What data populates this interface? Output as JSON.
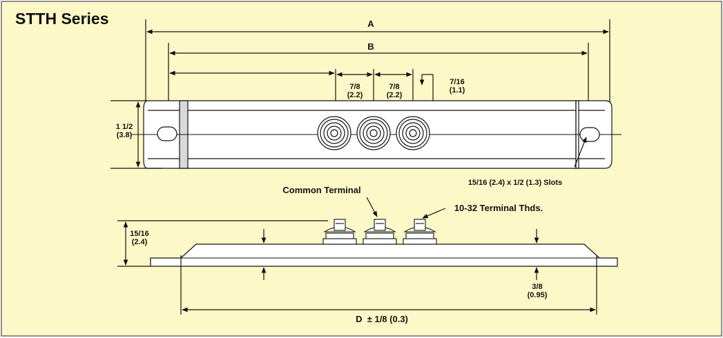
{
  "title": "STTH Series",
  "colors": {
    "background": "#fdf8c7",
    "border": "#6b6b6b",
    "line": "#111111",
    "body_fill": "#ffffff",
    "end_cap": "#d9d9d9"
  },
  "top_view": {
    "dim_a": "A",
    "dim_b": "B",
    "spacing_1": {
      "in": "7/8",
      "mm": "(2.2)"
    },
    "spacing_2": {
      "in": "7/8",
      "mm": "(2.2)"
    },
    "terminal_offset": {
      "in": "7/16",
      "mm": "(1.1)"
    },
    "height": {
      "in": "1 1/2",
      "mm": "(3.8)"
    },
    "slots": "15/16 (2.4) x 1/2 (1.3) Slots"
  },
  "side_view": {
    "common_terminal": "Common Terminal",
    "terminal_threads": "10-32 Terminal Thds.",
    "height": {
      "in": "15/16",
      "mm": "(2.4)"
    },
    "thickness": {
      "in": "3/8",
      "mm": "(0.95)"
    },
    "length": "D  ± 1/8 (0.3)"
  }
}
